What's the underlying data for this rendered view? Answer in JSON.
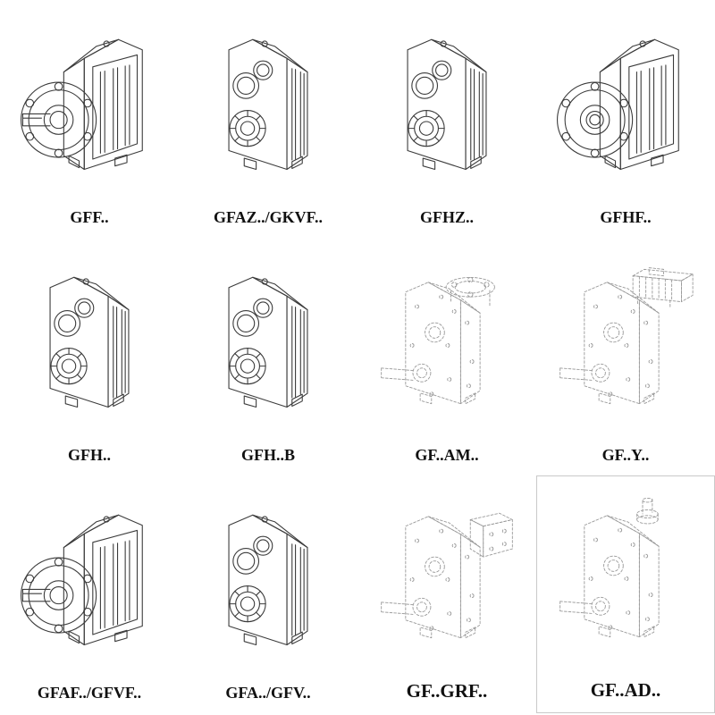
{
  "colors": {
    "line": "#3c3c3c",
    "ghost_line": "#9a9a9a",
    "label_text": "#111111",
    "box_border": "#c9c9c9",
    "background": "#ffffff"
  },
  "grid": {
    "columns": 4,
    "rows": 3,
    "cells": [
      {
        "label": "GFF..",
        "symbol": "#sym-flange-shaft",
        "style": "solid"
      },
      {
        "label": "GFAZ../GKVF..",
        "symbol": "#sym-bores",
        "style": "solid"
      },
      {
        "label": "GFHZ..",
        "symbol": "#sym-bores",
        "style": "solid"
      },
      {
        "label": "GFHF..",
        "symbol": "#sym-flange",
        "style": "solid"
      },
      {
        "label": "GFH..",
        "symbol": "#sym-bores",
        "style": "solid"
      },
      {
        "label": "GFH..B",
        "symbol": "#sym-bores",
        "style": "solid"
      },
      {
        "label": "GF..AM..",
        "symbol": "#sym-ghost-am",
        "style": "ghost"
      },
      {
        "label": "GF..Y..",
        "symbol": "#sym-ghost-y",
        "style": "ghost"
      },
      {
        "label": "GFAF../GFVF..",
        "symbol": "#sym-flange-shaft",
        "style": "solid"
      },
      {
        "label": "GFA../GFV..",
        "symbol": "#sym-bores",
        "style": "solid"
      },
      {
        "label": "GF..GRF..",
        "symbol": "#sym-ghost-grf",
        "style": "ghost"
      },
      {
        "label": "GF..AD..",
        "symbol": "#sym-ghost-ad",
        "style": "ghost",
        "boxed": true
      }
    ]
  }
}
